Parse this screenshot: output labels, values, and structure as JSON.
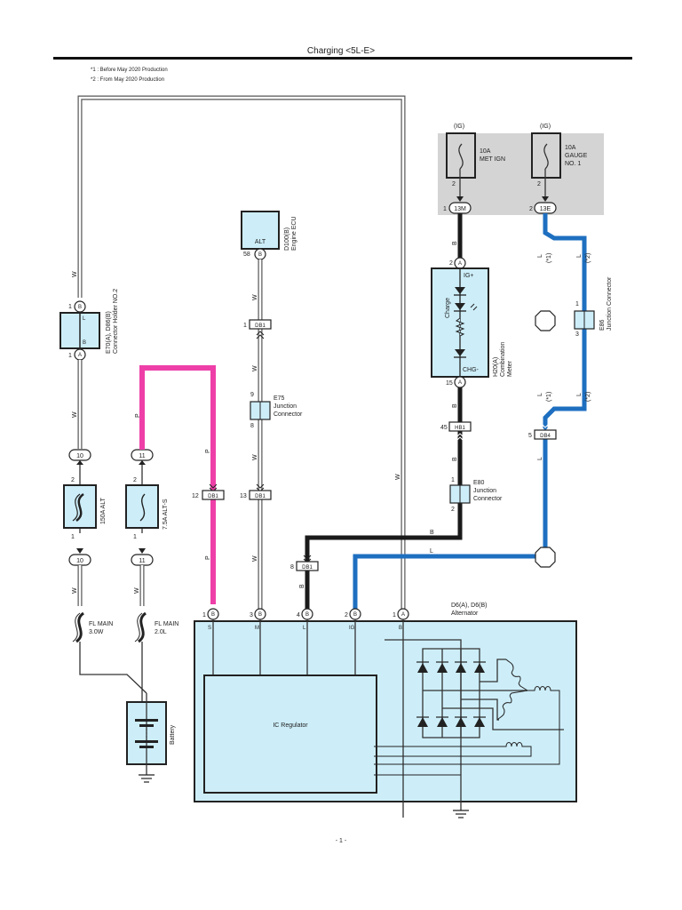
{
  "header": {
    "title": "Charging <5L-E>",
    "notes": [
      "*1 : Before May 2020 Production",
      "*2 : From May 2020 Production"
    ]
  },
  "colors": {
    "white_wire": "#ffffff",
    "black_wire": "#1a1a1a",
    "blue_wire": "#1e6fc0",
    "pink_wire": "#ee3fa8",
    "component_fill": "#cdeef9",
    "ig_block_fill": "#d4d4d4"
  },
  "fuse_block": {
    "fuses": [
      {
        "supply": "(IG)",
        "rating": "10A",
        "name": "MET IGN",
        "in_pin": "2",
        "connector": "13M",
        "conn_pin": "1"
      },
      {
        "supply": "(IG)",
        "rating": "10A",
        "name_line1": "GAUGE",
        "name_line2": "NO. 1",
        "in_pin": "2",
        "connector": "13E",
        "conn_pin": "2"
      }
    ]
  },
  "components": {
    "ecu": {
      "label": "ALT",
      "id": "D100(B)",
      "name": "Engine ECU",
      "pin": "58",
      "conn": "B"
    },
    "connector_holder": {
      "id": "E70(A), D86(B)",
      "name": "Connector Holder NO.2",
      "top_pin": "1",
      "top_conn": "B",
      "bottom_pin": "1",
      "bottom_conn": "A",
      "inner_top": "L",
      "inner_bottom": "B"
    },
    "combination_meter": {
      "id": "H20(A)",
      "name_line1": "Combination",
      "name_line2": "Meter",
      "top_pin": "2",
      "top_conn": "A",
      "bottom_pin": "15",
      "bottom_conn": "A",
      "ig_label": "IG+",
      "chg_label": "CHG-",
      "lamp_label": "Charge"
    },
    "jc_e75": {
      "id": "E75",
      "line1": "Junction",
      "line2": "Connector",
      "top_pin": "9",
      "bottom_pin": "8"
    },
    "jc_e80": {
      "id": "E80",
      "line1": "Junction",
      "line2": "Connector",
      "top_pin": "1",
      "bottom_pin": "2"
    },
    "jc_e86": {
      "id": "E86",
      "name": "Junction Connector",
      "top_pin": "1",
      "bottom_pin": "3"
    },
    "fuse_alt": {
      "name": "150A ALT",
      "top_pin": "2",
      "bottom_pin": "1",
      "conn": "10"
    },
    "fuse_alts": {
      "name": "7.5A ALT-S",
      "top_pin": "2",
      "bottom_pin": "1",
      "conn": "11"
    },
    "fl_main_1": {
      "line1": "FL MAIN",
      "line2": "3.0W"
    },
    "fl_main_2": {
      "line1": "FL MAIN",
      "line2": "2.0L"
    },
    "battery": {
      "name": "Battery"
    },
    "alternator": {
      "id": "D6(A), D6(B)",
      "name": "Alternator",
      "regulator": "IC Regulator",
      "terminals": [
        {
          "pin": "1",
          "conn": "B",
          "label": "S"
        },
        {
          "pin": "3",
          "conn": "B",
          "label": "M"
        },
        {
          "pin": "4",
          "conn": "B",
          "label": "L"
        },
        {
          "pin": "2",
          "conn": "B",
          "label": "IG"
        },
        {
          "pin": "1",
          "conn": "A",
          "label": "B"
        }
      ]
    }
  },
  "inline_connectors": {
    "db1_1": {
      "pin": "1",
      "name": "DB1"
    },
    "db1_13": {
      "pin": "13",
      "name": "DB1"
    },
    "db1_12": {
      "pin": "12",
      "name": "DB1"
    },
    "db1_8": {
      "pin": "8",
      "name": "DB1"
    },
    "hb1_45": {
      "pin": "45",
      "name": "HB1"
    },
    "db4_5": {
      "pin": "5",
      "name": "DB4"
    }
  },
  "wire_labels": {
    "w": "W",
    "b": "B",
    "l": "L",
    "p": "P",
    "note1": "(*1)",
    "note2": "(*2)"
  },
  "footer": {
    "page": "- 1 -"
  }
}
